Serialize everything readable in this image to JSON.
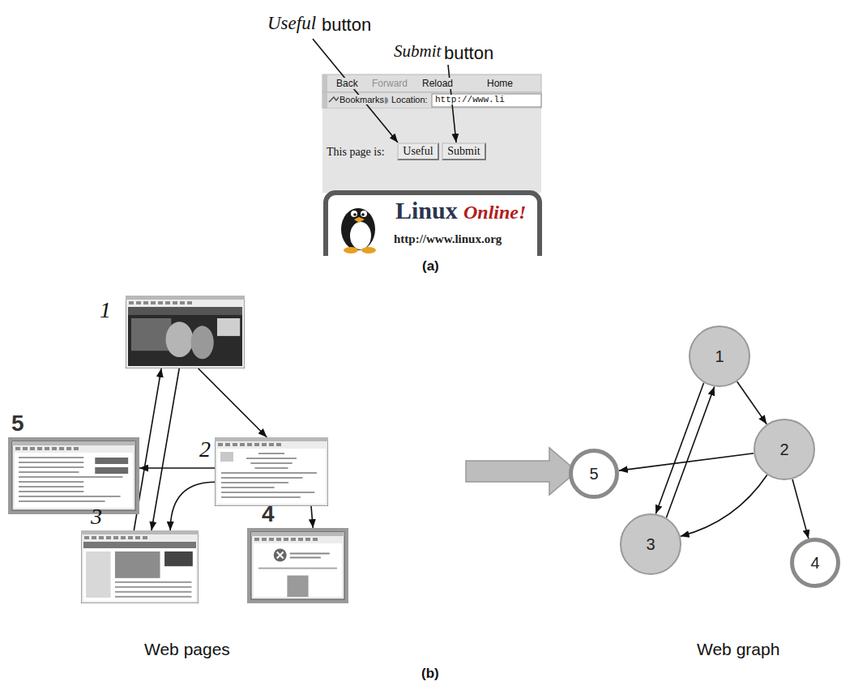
{
  "diagram": {
    "nodes": [
      {
        "text": [
          "Useful"
        ]
      },
      {
        "text": [
          "Submit"
        ]
      },
      {
        "text": [
          "1"
        ]
      },
      {
        "text": [
          "5"
        ]
      },
      {
        "text": [
          "2"
        ]
      },
      {
        "text": [
          "3"
        ]
      },
      {
        "text": [
          "4"
        ]
      },
      {
        "text": [
          "1"
        ]
      },
      {
        "text": [
          "5"
        ]
      },
      {
        "text": [
          "2"
        ]
      },
      {
        "text": [
          "3"
        ]
      },
      {
        "text": [
          "4"
        ]
      }
    ],
    "edges": [
      {
        "from": 2,
        "to": 4,
        "arrow": "to"
      },
      {
        "from": 2,
        "to": 5,
        "arrow": "to"
      },
      {
        "from": 5,
        "to": 2,
        "arrow": "to"
      },
      {
        "from": 4,
        "to": 5,
        "arrow": "to"
      },
      {
        "from": 4,
        "to": 3,
        "arrow": "to"
      },
      {
        "from": 4,
        "to": 6,
        "arrow": "to"
      },
      {
        "from": 7,
        "to": 9,
        "arrow": "to"
      },
      {
        "from": 7,
        "to": 10,
        "arrow": "to"
      },
      {
        "from": 10,
        "to": 7,
        "arrow": "to"
      },
      {
        "from": 9,
        "to": 10,
        "arrow": "to"
      },
      {
        "from": 9,
        "to": 8,
        "arrow": "to"
      },
      {
        "from": 9,
        "to": 11,
        "arrow": "to"
      }
    ],
    "labels": [
      "Useful",
      "button",
      "Submit",
      "button",
      "Back",
      "Forward",
      "Reload",
      "Home",
      "Bookmarks",
      "Location:",
      "http://www.li",
      "This page is:",
      "Linux",
      "Online!",
      "http://www.linux.org",
      "(a)",
      "Web pages",
      "Web graph",
      "(b)"
    ]
  }
}
